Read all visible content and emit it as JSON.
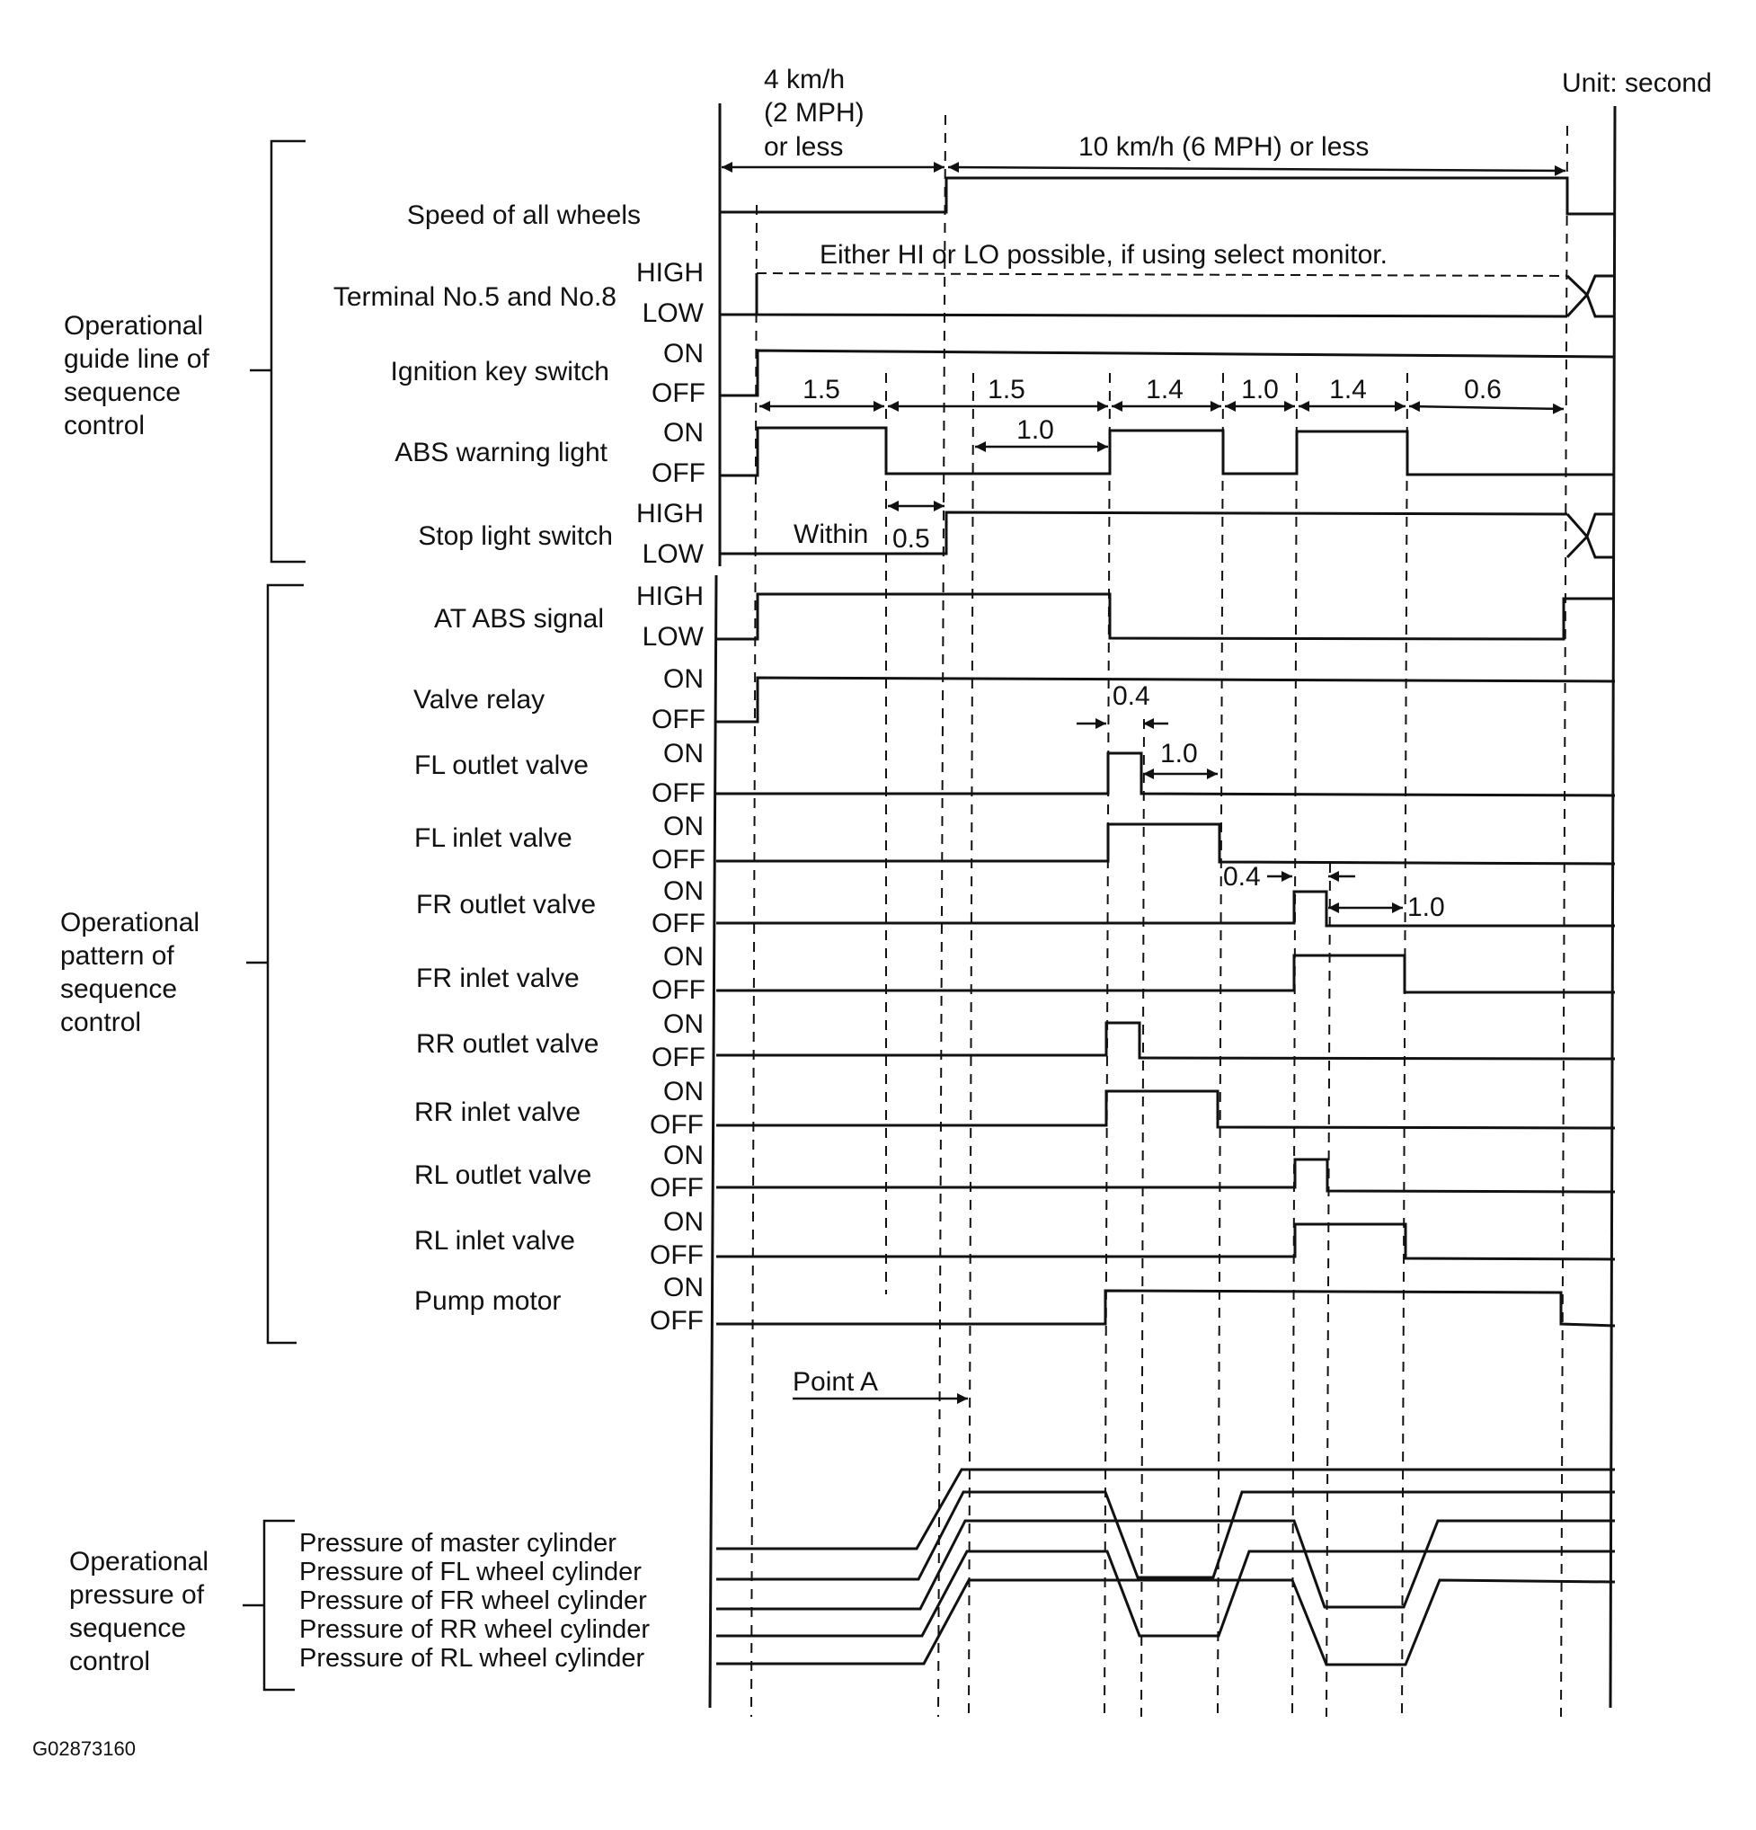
{
  "unit_label": "Unit: second",
  "figure_id": "G02873160",
  "speed_labels": {
    "low_speed_line1": "4 km/h",
    "low_speed_line2": "(2 MPH)",
    "low_speed_line3": "or less",
    "high_speed": "10 km/h (6 MPH) or less"
  },
  "select_monitor_note": "Either HI or LO possible, if using select monitor.",
  "point_a_label": "Point A",
  "groups": [
    {
      "lines": [
        "Operational",
        "guide line of",
        "sequence",
        "control"
      ]
    },
    {
      "lines": [
        "Operational",
        "pattern of",
        "sequence",
        "control"
      ]
    },
    {
      "lines": [
        "Operational",
        "pressure of",
        "sequence",
        "control"
      ]
    }
  ],
  "signals": [
    {
      "name": "Speed of all wheels",
      "high_label": "",
      "low_label": ""
    },
    {
      "name": "Terminal No.5 and No.8",
      "high_label": "HIGH",
      "low_label": "LOW"
    },
    {
      "name": "Ignition key switch",
      "high_label": "ON",
      "low_label": "OFF"
    },
    {
      "name": "ABS warning light",
      "high_label": "ON",
      "low_label": "OFF"
    },
    {
      "name": "Stop light switch",
      "high_label": "HIGH",
      "low_label": "LOW"
    },
    {
      "name": "AT ABS signal",
      "high_label": "HIGH",
      "low_label": "LOW"
    },
    {
      "name": "Valve relay",
      "high_label": "ON",
      "low_label": "OFF"
    },
    {
      "name": "FL outlet valve",
      "high_label": "ON",
      "low_label": "OFF"
    },
    {
      "name": "FL inlet valve",
      "high_label": "ON",
      "low_label": "OFF"
    },
    {
      "name": "FR outlet valve",
      "high_label": "ON",
      "low_label": "OFF"
    },
    {
      "name": "FR inlet valve",
      "high_label": "ON",
      "low_label": "OFF"
    },
    {
      "name": "RR outlet valve",
      "high_label": "ON",
      "low_label": "OFF"
    },
    {
      "name": "RR inlet valve",
      "high_label": "ON",
      "low_label": "OFF"
    },
    {
      "name": "RL outlet valve",
      "high_label": "ON",
      "low_label": "OFF"
    },
    {
      "name": "RL inlet valve",
      "high_label": "ON",
      "low_label": "OFF"
    },
    {
      "name": "Pump motor",
      "high_label": "ON",
      "low_label": "OFF"
    }
  ],
  "pressures": [
    "Pressure of master cylinder",
    "Pressure of FL wheel cylinder",
    "Pressure of FR wheel cylinder",
    "Pressure of RR wheel cylinder",
    "Pressure of RL wheel cylinder"
  ],
  "timing": {
    "abs_on_1": "1.5",
    "gap_1": "1.5",
    "abs_on_2": "1.4",
    "abs_off": "1.0",
    "abs_on_3": "1.4",
    "final": "0.6",
    "abs_delay": "1.0",
    "stop_within": "Within",
    "stop_within_value": "0.5",
    "fl_outlet_on": "0.4",
    "fl_outlet_after": "1.0",
    "fr_outlet_on": "0.4",
    "fr_outlet_after": "1.0"
  }
}
